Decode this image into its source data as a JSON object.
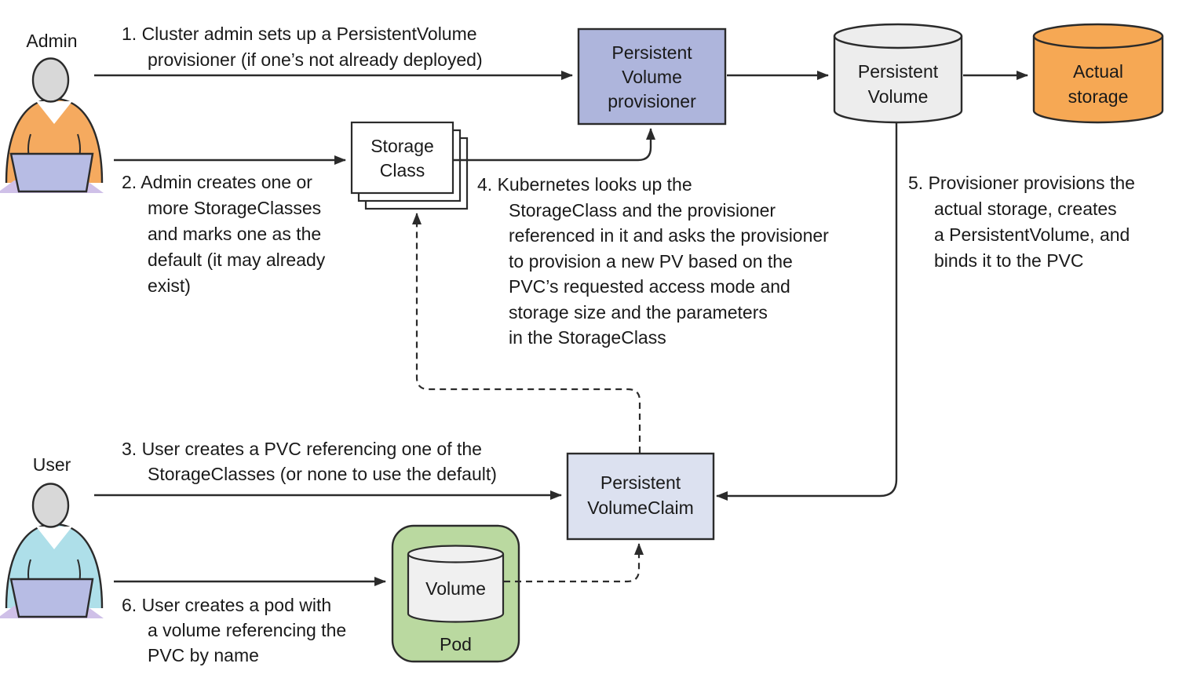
{
  "colors": {
    "admin_shirt": "#F5AA5F",
    "user_shirt": "#AEDFE9",
    "head": "#D8D8D8",
    "laptop": "#B7BCE4",
    "laptop_shadow": "#CFC0E8",
    "provisioner_box": "#AEB5DC",
    "pvc_box": "#DCE1F0",
    "pod_box": "#BAD9A0",
    "cylinder_gray": "#EDEDED",
    "volume_cylinder": "#F0F0F0",
    "storage_orange": "#F6A854",
    "storage_class_box": "#FFFFFF",
    "line": "#2B2B2B",
    "text": "#1A1A1A"
  },
  "actors": {
    "admin": {
      "label": "Admin"
    },
    "user": {
      "label": "User"
    }
  },
  "nodes": {
    "provisioner": {
      "label": "Persistent\nVolume\nprovisioner"
    },
    "persistent_volume": {
      "label": "Persistent\nVolume"
    },
    "actual_storage": {
      "label": "Actual\nstorage"
    },
    "storage_class": {
      "label": "Storage\nClass"
    },
    "pvc": {
      "label": "Persistent\nVolumeClaim"
    },
    "volume": {
      "label": "Volume"
    },
    "pod": {
      "label": "Pod"
    }
  },
  "steps": [
    {
      "num": "1",
      "text": "1. Cluster admin sets up a PersistentVolume\nprovisioner (if one’s not already deployed)"
    },
    {
      "num": "2",
      "text": "2. Admin creates one or\nmore StorageClasses\nand marks one as the\ndefault (it may already\nexist)"
    },
    {
      "num": "3",
      "text": "3. User creates a PVC referencing one of the\nStorageClasses (or none to use the default)"
    },
    {
      "num": "4",
      "text": "4. Kubernetes looks up the\nStorageClass and the provisioner\nreferenced in it and asks the provisioner\nto provision a new PV based on the\nPVC’s requested access mode and\nstorage size and the parameters\nin the StorageClass"
    },
    {
      "num": "5",
      "text": "5. Provisioner provisions the\nactual storage, creates\na PersistentVolume, and\nbinds it to the PVC"
    },
    {
      "num": "6",
      "text": "6. User creates a pod with\na volume referencing the\nPVC by name"
    }
  ]
}
